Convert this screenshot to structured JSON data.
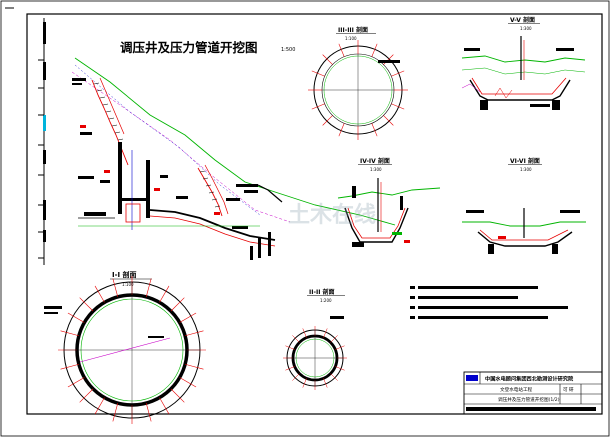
{
  "main_title": "调压井及压力管道开挖图",
  "main_scale": "1:500",
  "sections": {
    "s3": {
      "title": "III-III 剖面",
      "scale": "1:100"
    },
    "s5": {
      "title": "V-V 剖面",
      "scale": "1:300"
    },
    "s4": {
      "title": "IV-IV 剖面",
      "scale": "1:300"
    },
    "s6": {
      "title": "VI-VI 剖面",
      "scale": "1:300"
    },
    "s1": {
      "title": "I-I 剖面",
      "scale": "1:100"
    },
    "s2": {
      "title": "II-II 剖面",
      "scale": "1:200"
    }
  },
  "title_block": {
    "institute": "中国水电顾问集团西北勘测设计研究院",
    "project": "文登水电站工程",
    "stage": "可 研",
    "drawing_name": "调压井及压力管道开挖图(1/2)"
  },
  "watermark": "土木在线",
  "colors": {
    "ink": "#000000",
    "red": "#e60000",
    "green": "#00b400",
    "blue": "#0000cc",
    "magenta": "#c800c8",
    "cyan": "#00a0b4"
  }
}
